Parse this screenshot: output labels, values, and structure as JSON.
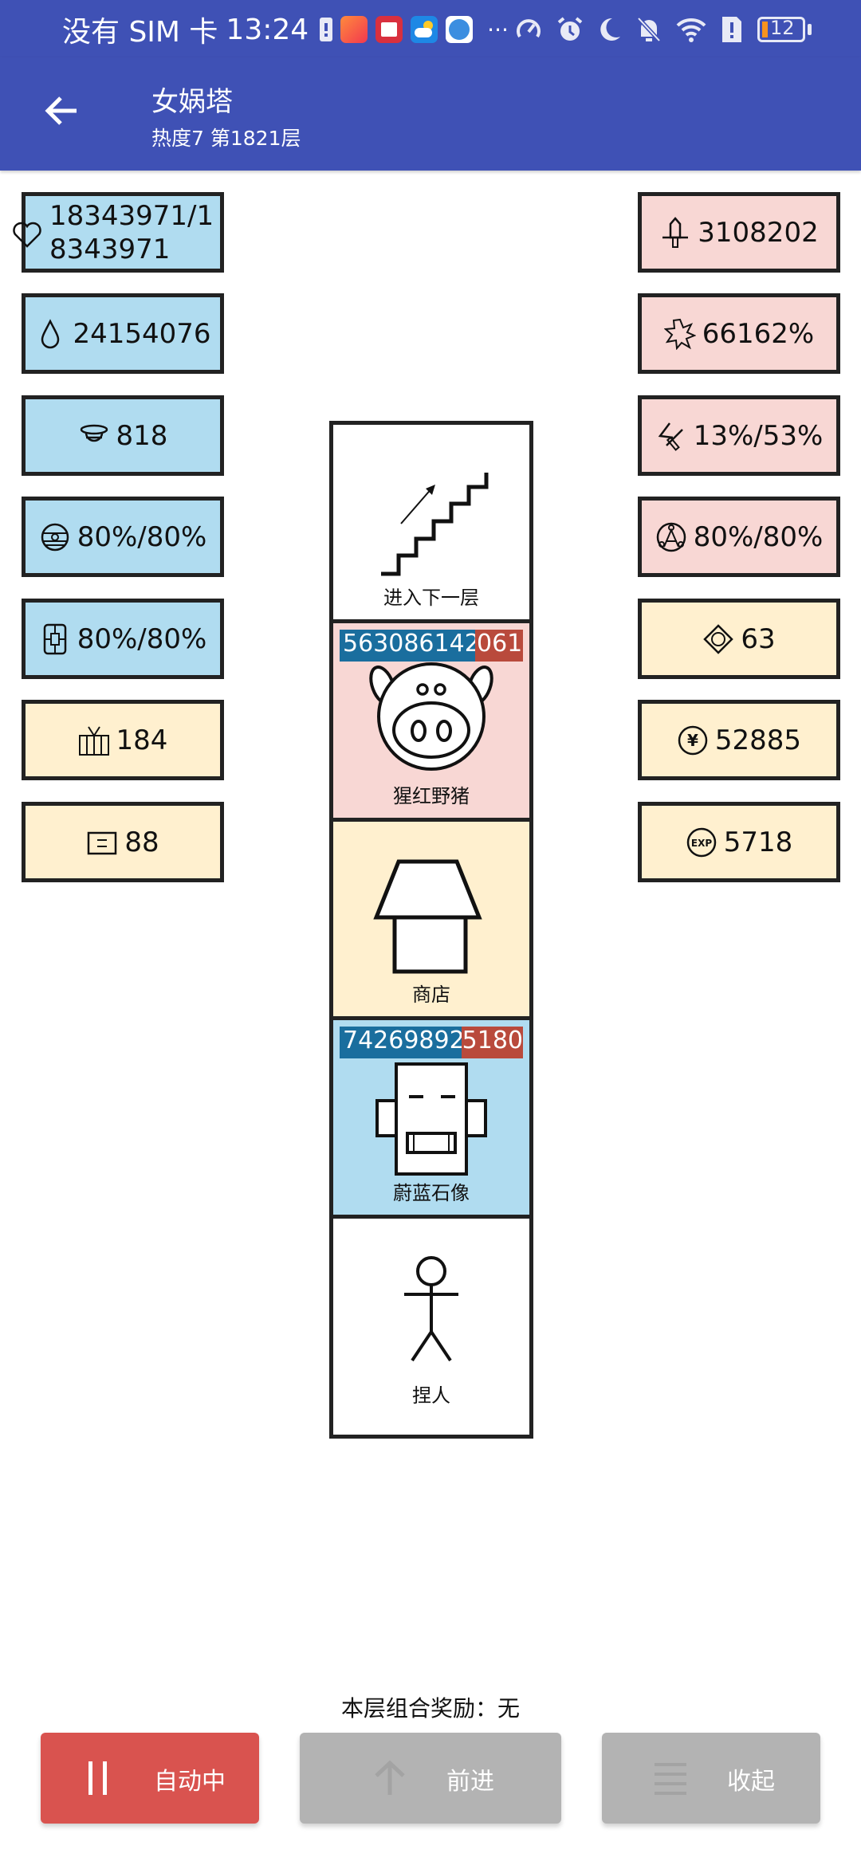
{
  "status_bar": {
    "carrier": "没有 SIM 卡",
    "time": "13:24",
    "more": "···",
    "battery": "12",
    "icons": [
      "battery-alert-icon",
      "app-video-icon",
      "app-book-icon",
      "app-weather-icon",
      "app-browser-icon",
      "speed-icon",
      "alarm-icon",
      "moon-icon",
      "bell-off-icon",
      "wifi-icon",
      "sim-alert-icon",
      "battery-icon"
    ]
  },
  "app_bar": {
    "title": "女娲塔",
    "subtitle": "热度7 第1821层",
    "back_icon": "arrow-left-icon"
  },
  "left_stats": [
    {
      "icon": "heart-icon",
      "value": "18343971/18343971"
    },
    {
      "icon": "drop-icon",
      "value": "24154076"
    },
    {
      "icon": "helmet-icon",
      "value": "818"
    },
    {
      "icon": "shield-disc-icon",
      "value": "80%/80%"
    },
    {
      "icon": "armor-icon",
      "value": "80%/80%"
    },
    {
      "icon": "fence-icon",
      "value": "184"
    },
    {
      "icon": "card-icon",
      "value": "88"
    }
  ],
  "right_stats": [
    {
      "icon": "sword-icon",
      "value": "3108202"
    },
    {
      "icon": "burst-icon",
      "value": "66162%"
    },
    {
      "icon": "slash-icon",
      "value": "13%/53%"
    },
    {
      "icon": "rune-circle-icon",
      "value": "80%/80%"
    },
    {
      "icon": "gem-icon",
      "value": "63"
    },
    {
      "icon": "yen-coin-icon",
      "value": "52885"
    },
    {
      "icon": "exp-icon",
      "value": "5718"
    }
  ],
  "tower": [
    {
      "type": "stairs",
      "label": "进入下一层",
      "icon": "stairs-up-icon"
    },
    {
      "type": "monster",
      "label": "猩红野猪",
      "icon": "boar-icon",
      "hp": "563086142",
      "atk": "061"
    },
    {
      "type": "shop",
      "label": "商店",
      "icon": "shop-icon"
    },
    {
      "type": "monster",
      "label": "蔚蓝石像",
      "icon": "statue-icon",
      "hp": "74269892",
      "atk": "5180"
    },
    {
      "type": "player",
      "label": "捏人",
      "icon": "stick-figure-icon"
    }
  ],
  "reward_text": "本层组合奖励：无",
  "buttons": {
    "auto": "自动中",
    "forward": "前进",
    "collapse": "收起"
  },
  "colors": {
    "primary": "#3f51b5",
    "stat_blue": "#b0dcf0",
    "stat_pink": "#f8d7d4",
    "stat_cream": "#fff0cf",
    "hp_blue": "#1a6e9e",
    "atk_red": "#b94a3c",
    "btn_active": "#d9534f",
    "btn_disabled": "#b3b3b3"
  }
}
